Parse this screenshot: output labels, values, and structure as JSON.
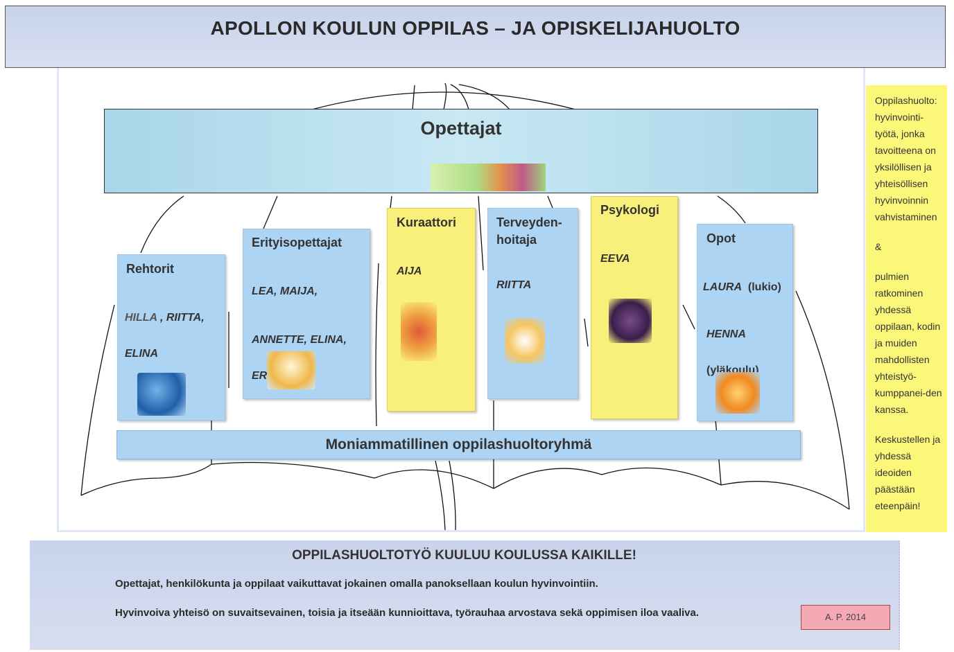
{
  "title": "APOLLON KOULUN OPPILAS – JA OPISKELIJAHUOLTO",
  "teachers": {
    "label": "Opettajat"
  },
  "cards": [
    {
      "title": "Rehtorit",
      "names_line1_a": "HILLA",
      "names_line1_b": " , RIITTA,",
      "names_line2": "ELINA",
      "style": "blue"
    },
    {
      "title": "Erityisopettajat",
      "names_line1": "LEA, MAIJA,",
      "names_line2": "ANNETTE, ELINA,",
      "names_line3": "ERNO",
      "style": "blue"
    },
    {
      "title": "Kuraattori",
      "names_line1": "AIJA",
      "style": "yellow"
    },
    {
      "title": "Terveyden-\nhoitaja",
      "names_line1": "RIITTA",
      "style": "blue"
    },
    {
      "title": "Psykologi",
      "names_line1": "EEVA",
      "style": "yellow"
    },
    {
      "title": "Opot",
      "names_line1": "LAURA",
      "names_line1_plain": "(lukio)",
      "names_line2": "HENNA",
      "names_line3_plain": "(yläkoulu)",
      "style": "blue"
    }
  ],
  "group_bar": {
    "label": "Moniammatillinen oppilashuoltoryhmä"
  },
  "side_note": {
    "para1": "Oppilashuolto: hyvinvointi-työtä, jonka tavoitteena on yksilöllisen ja yhteisöllisen hyvinvoinnin vahvistaminen",
    "para2": "&",
    "para3": "pulmien ratkominen yhdessä oppilaan, kodin ja muiden mahdollisten yhteistyö-kumppanei-den kanssa.",
    "para4": "Keskustellen ja yhdessä ideoiden päästään eteenpäin!"
  },
  "footer": {
    "title": "OPPILASHUOLTOTYÖ KUULUU KOULUSSA KAIKILLE!",
    "line1": "Opettajat, henkilökunta ja oppilaat vaikuttavat jokainen omalla panoksellaan koulun hyvinvointiin.",
    "line2": "Hyvinvoiva yhteisö on suvaitsevainen, toisia ja itseään kunnioittava, työrauhaa arvostava sekä oppimisen iloa vaaliva."
  },
  "credit": "A. P. 2014",
  "colors": {
    "card_blue": "#aed4f4",
    "card_yellow": "#f9f07c",
    "header_bg": "#c7d2ea",
    "credit_bg": "#f4a9b5"
  }
}
